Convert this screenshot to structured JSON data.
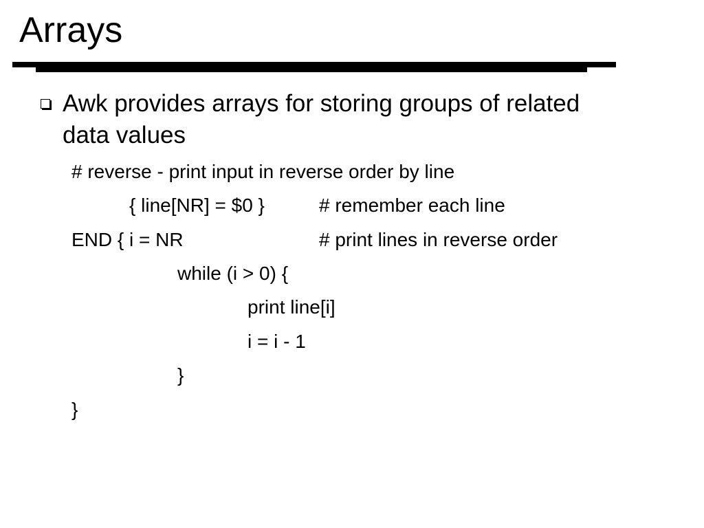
{
  "slide": {
    "title": "Arrays",
    "bullet": {
      "icon": "hollow-square-bullet-icon",
      "line1": "Awk provides arrays for storing groups of related",
      "line2": "data values"
    },
    "code": {
      "comment_line": "# reverse - print input in reverse order by line",
      "line_nr": "{ line[NR] = $0 }",
      "line_nr_comment": "# remember each line",
      "end_block": "END { i = NR",
      "end_comment": "# print lines in reverse order",
      "while_line": "while (i > 0) {",
      "print_line": "print line[i]",
      "decrement_line": "i = i - 1",
      "close_while": "}",
      "close_end": "}"
    }
  }
}
